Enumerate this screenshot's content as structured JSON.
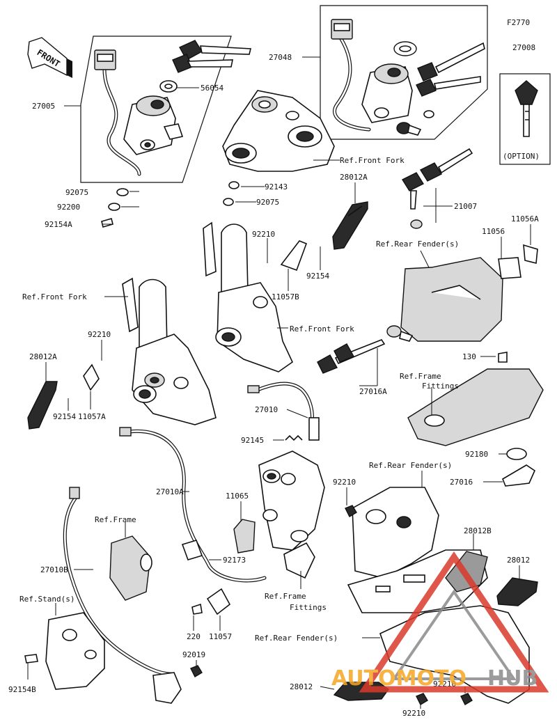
{
  "figure_code": "F2770",
  "front_arrow": "FRONT",
  "option_label": "(OPTION)",
  "watermark": {
    "part1": "AUTOMOTO",
    "part2": "HUB"
  },
  "labels": {
    "l27005": "27005",
    "l56054": "56054",
    "l27048": "27048",
    "l27008": "27008",
    "l92075a": "92075",
    "l92200": "92200",
    "l92154a": "92154A",
    "l92143": "92143",
    "l92075b": "92075",
    "refFrontForkTop": "Ref.Front Fork",
    "l28012a_top": "28012A",
    "l21007": "21007",
    "l92210a": "92210",
    "l92154b": "92154",
    "l11057b": "11057B",
    "l11056": "11056",
    "l11056a": "11056A",
    "refRearFender1": "Ref.Rear Fender(s)",
    "refFrontForkLeft": "Ref.Front Fork",
    "refFrontForkMid": "Ref.Front Fork",
    "l92210b": "92210",
    "l28012a_left": "28012A",
    "l92154c": "92154",
    "l11057a": "11057A",
    "l130": "130",
    "refFrameFittings1a": "Ref.Frame",
    "refFrameFittings1b": "Fittings",
    "l27016a": "27016A",
    "l27010": "27010",
    "l92145": "92145",
    "l92180": "92180",
    "refRearFender2": "Ref.Rear Fender(s)",
    "l27016": "27016",
    "l27010a": "27010A",
    "l92210c": "92210",
    "l11065": "11065",
    "refFrame": "Ref.Frame",
    "l28012b": "28012B",
    "l28012c": "28012",
    "l27010b": "27010B",
    "l92173": "92173",
    "refFrameFittings2a": "Ref.Frame",
    "refFrameFittings2b": "Fittings",
    "refStand": "Ref.Stand(s)",
    "l220": "220",
    "l11057": "11057",
    "refRearFender3": "Ref.Rear Fender(s)",
    "l92019": "92019",
    "l92154bb": "92154B",
    "l28012d": "28012",
    "l92210d": "92210",
    "l92210e": "92210"
  },
  "colors": {
    "watermark_orange": "#f5a623",
    "watermark_red": "#d93a2b",
    "watermark_grey": "#8a8a8a"
  }
}
